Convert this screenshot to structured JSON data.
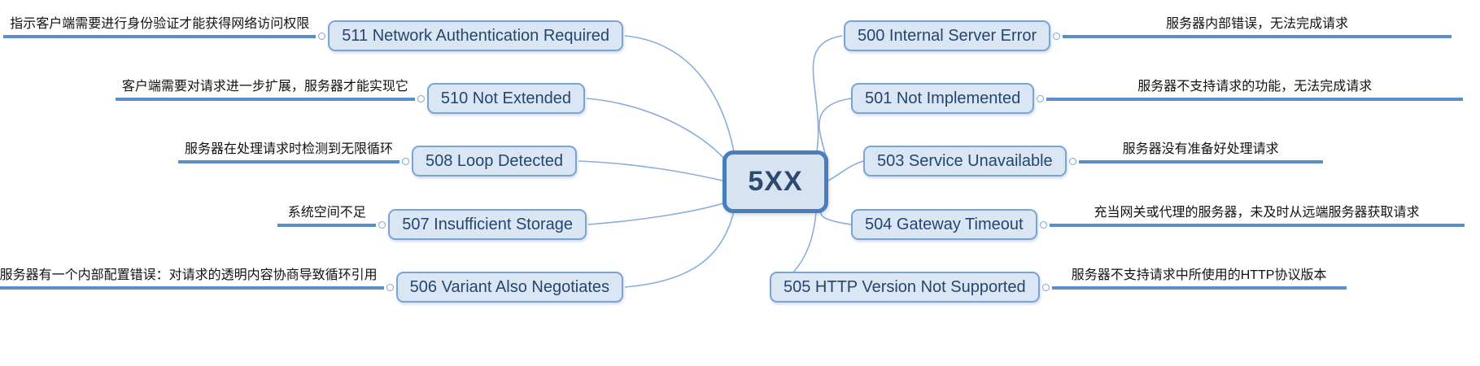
{
  "diagram_title": "5XX",
  "center": {
    "label": "5XX"
  },
  "left_branches": [
    {
      "code": "511 Network Authentication Required",
      "desc": "指示客户端需要进行身份验证才能获得网络访问权限"
    },
    {
      "code": "510 Not Extended",
      "desc": "客户端需要对请求进一步扩展，服务器才能实现它"
    },
    {
      "code": "508 Loop Detected",
      "desc": "服务器在处理请求时检测到无限循环"
    },
    {
      "code": "507 Insufficient Storage",
      "desc": "系统空间不足"
    },
    {
      "code": "506 Variant Also Negotiates",
      "desc": "服务器有一个内部配置错误：对请求的透明内容协商导致循环引用"
    }
  ],
  "right_branches": [
    {
      "code": "500 Internal Server Error",
      "desc": "服务器内部错误，无法完成请求"
    },
    {
      "code": "501 Not Implemented",
      "desc": "服务器不支持请求的功能，无法完成请求"
    },
    {
      "code": "503 Service Unavailable",
      "desc": "服务器没有准备好处理请求"
    },
    {
      "code": "504 Gateway Timeout",
      "desc": "充当网关或代理的服务器，未及时从远端服务器获取请求"
    },
    {
      "code": "505 HTTP Version Not Supported",
      "desc": "服务器不支持请求中所使用的HTTP协议版本"
    }
  ],
  "colors": {
    "node_fill": "#dbe6f4",
    "node_border": "#7aa4d8",
    "node_text": "#24466e",
    "center_fill": "#d8e3f2",
    "center_border": "#4a7ebb",
    "center_text": "#2b4a72",
    "line": "#5b8fc9",
    "curve": "#88aedd",
    "desc_text": "#111111",
    "circle_fill": "#ffffff",
    "circle_border": "#7aa4d8",
    "bg": "#ffffff"
  }
}
